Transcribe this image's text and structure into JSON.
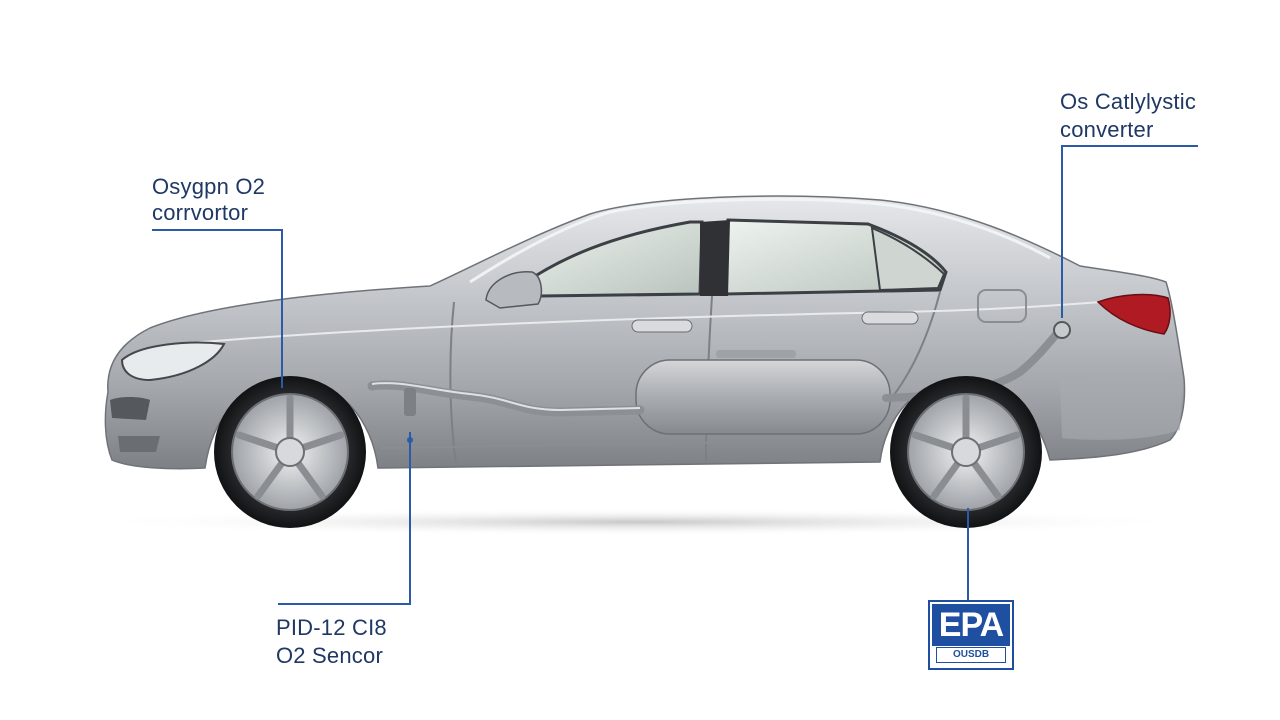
{
  "labels": {
    "o2_connector": {
      "line1": "Osygpn O2",
      "line2": "corrvortor"
    },
    "catalytic_converter": {
      "line1": "Os Catlylystic",
      "line2": "converter"
    },
    "o2_sensor": {
      "line1": "PID-12 CI8",
      "line2": "O2 Sencor"
    }
  },
  "epa_badge": {
    "title": "EPA",
    "subtitle": "OUSDB"
  },
  "colors": {
    "label_text": "#1f3864",
    "leader_line": "#2a5aa8",
    "badge_blue": "#1e4fa0",
    "car_body": "#b9bcc1",
    "tail_light": "#b01a22"
  }
}
